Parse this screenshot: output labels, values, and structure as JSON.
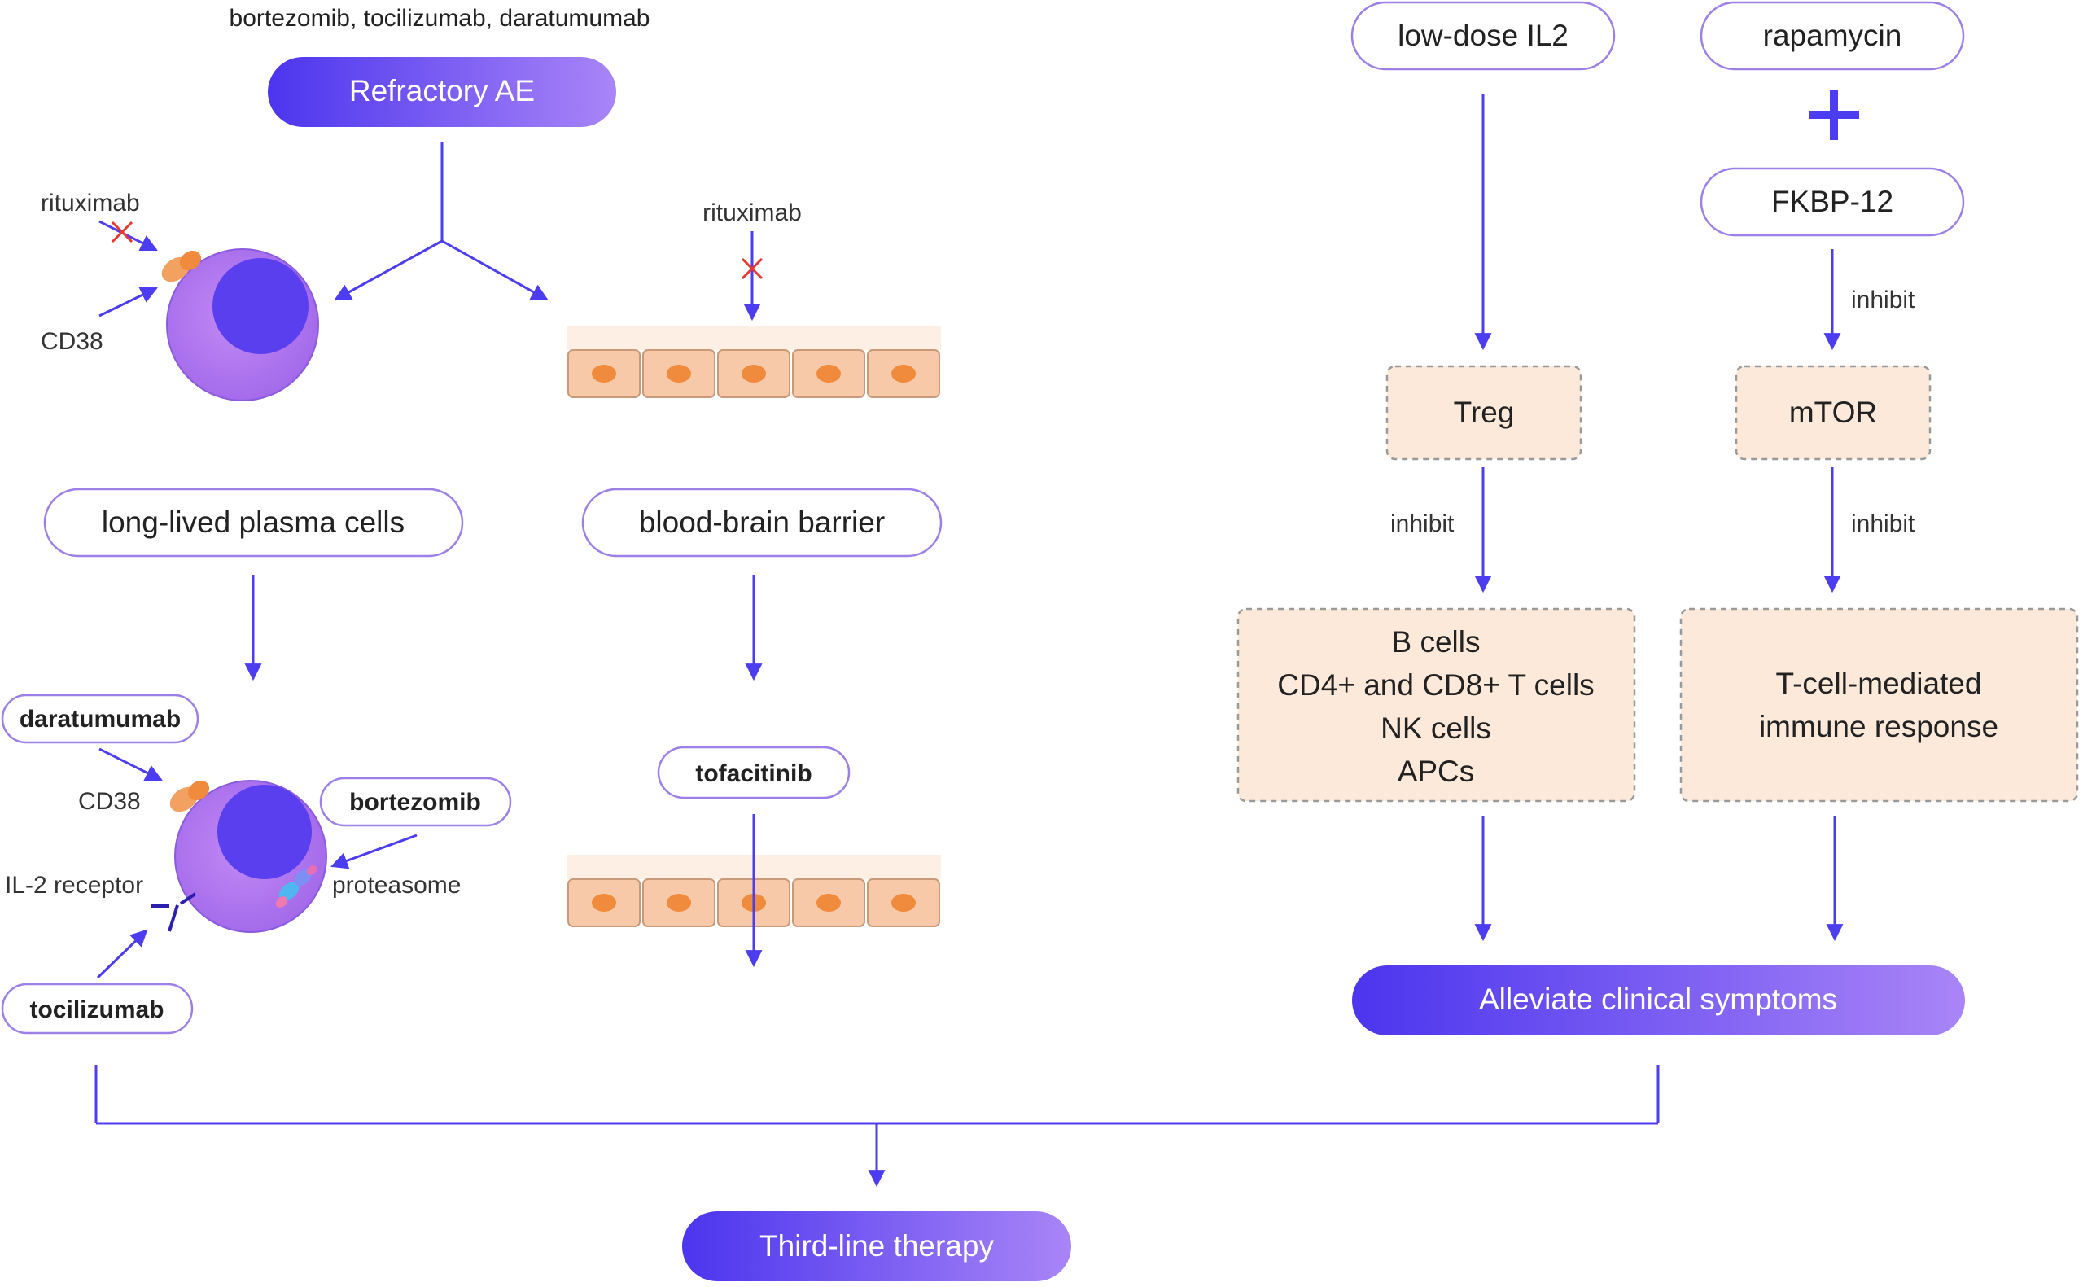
{
  "colors": {
    "accent": "#4d3df0",
    "accent_light": "#a47cf6",
    "cell_fill": "#b57af0",
    "nucleus": "#5a3fef",
    "box_fill": "#fde9da",
    "box_border": "#9a9a9a",
    "outline": "#9d7fe8",
    "receptor": "#f3a160",
    "block_x": "#e8382f",
    "epithelium_fill": "#f8c9a8",
    "epithelium_nucleus": "#f08a3c"
  },
  "left": {
    "top_caption": "bortezomib, tocilizumab, daratumumab",
    "refractory_label": "Refractory AE",
    "plasma_cell": {
      "rituximab_label": "rituximab",
      "cd38_label": "CD38",
      "caption": "long-lived plasma cells"
    },
    "bbb": {
      "rituximab_label": "rituximab",
      "caption": "blood-brain barrier",
      "drug_label": "tofacitinib"
    },
    "treated_cell": {
      "daratumumab_label": "daratumumab",
      "cd38_label": "CD38",
      "bortezomib_label": "bortezomib",
      "il2_receptor_label": "IL-2 receptor",
      "proteasome_label": "proteasome",
      "tocilizumab_label": "tocilizumab"
    }
  },
  "right": {
    "il2_label": "low-dose IL2",
    "rapamycin_label": "rapamycin",
    "plus_sign": "+",
    "fkbp_label": "FKBP-12",
    "inhibit_label_1": "inhibit",
    "treg_label": "Treg",
    "mtor_label": "mTOR",
    "inhibit_label_2": "inhibit",
    "inhibit_label_3": "inhibit",
    "targets_lines": [
      "B cells",
      "CD4+ and CD8+ T cells",
      "NK cells",
      "APCs"
    ],
    "tcell_lines": [
      "T-cell-mediated",
      "immune response"
    ],
    "alleviate_label": "Alleviate clinical symptoms"
  },
  "bottom": {
    "third_line_label": "Third-line therapy"
  }
}
